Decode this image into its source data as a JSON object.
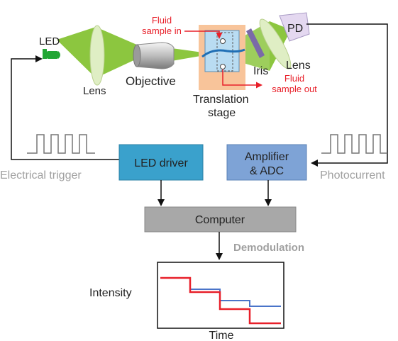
{
  "labels": {
    "led": "LED",
    "lens_left": "Lens",
    "objective": "Objective",
    "fluid_in_line1": "Fluid",
    "fluid_in_line2": "sample in",
    "fluid_out_line1": "Fluid",
    "fluid_out_line2": "sample out",
    "translation_line1": "Translation",
    "translation_line2": "stage",
    "iris": "Iris",
    "lens_right": "Lens",
    "pd": "PD",
    "electrical_trigger": "Electrical trigger",
    "photocurrent": "Photocurrent",
    "led_driver": "LED driver",
    "amplifier_line1": "Amplifier",
    "amplifier_line2": "& ADC",
    "computer": "Computer",
    "demodulation": "Demodulation",
    "intensity": "Intensity",
    "time": "Time"
  },
  "colors": {
    "beam": "#8cc63f",
    "led_green": "#22a635",
    "lens_fill": "#dfeec4",
    "pd_fill": "#e4d8f0",
    "iris": "#7a6aa8",
    "stage_fill": "#f8c49a",
    "cuvette": "#b9dcf2",
    "led_driver_fill": "#3aa1cc",
    "amplifier_fill": "#7ea3d6",
    "computer_fill": "#a8a8a8",
    "red": "#e8202a",
    "blue": "#4a74c9",
    "gray_text": "#a0a0a0"
  }
}
